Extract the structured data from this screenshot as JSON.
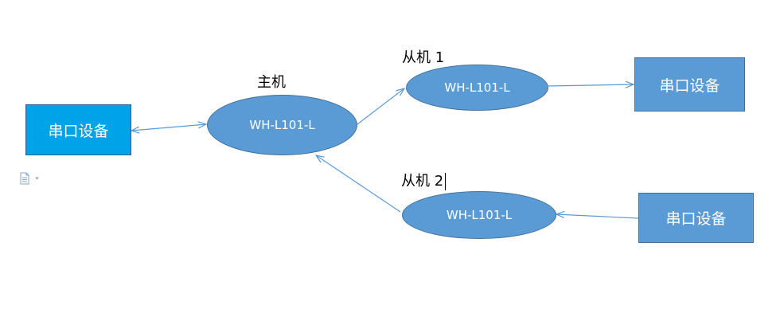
{
  "diagram": {
    "master_label": "主机",
    "slave1_label": "从机 1",
    "slave2_label": "从机 2",
    "master_node": "WH-L101-L",
    "slave1_node": "WH-L101-L",
    "slave2_node": "WH-L101-L",
    "serial_left": "串口设备",
    "serial_right_top": "串口设备",
    "serial_right_bottom": "串口设备"
  },
  "colors": {
    "box_cyan": "#00a2e8",
    "box_blue": "#5b9bd5",
    "ellipse_fill": "#5b9bd5",
    "connector": "#5b9bd5"
  },
  "icons": {
    "paste_options": "document-icon"
  }
}
